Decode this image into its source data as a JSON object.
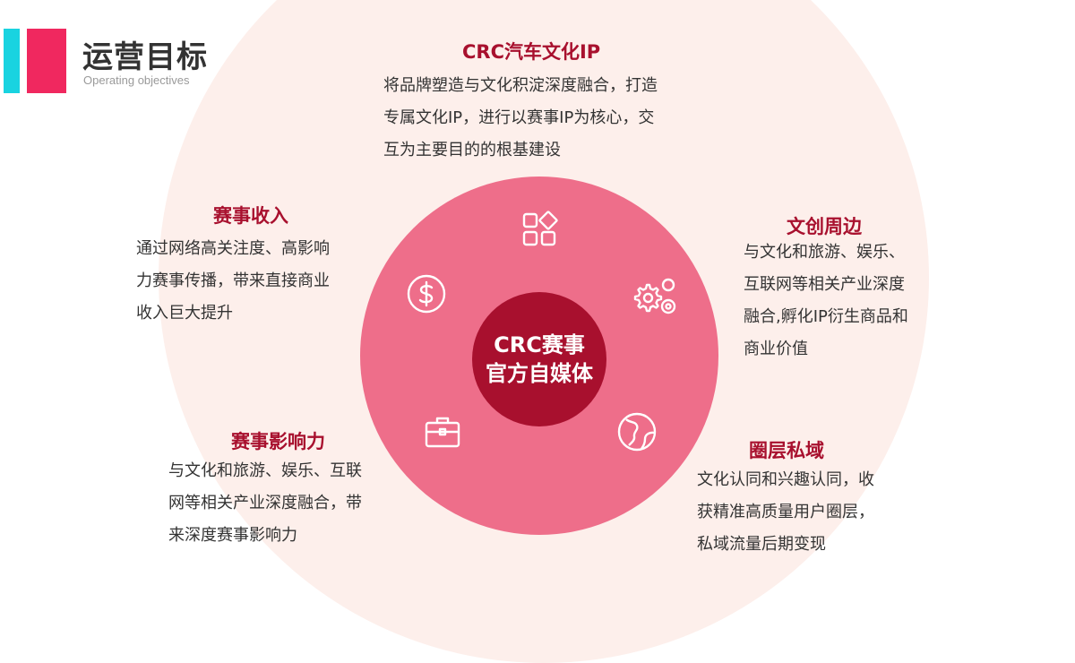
{
  "header": {
    "title": "运营目标",
    "subtitle": "Operating objectives"
  },
  "center": {
    "line1": "CRC赛事",
    "line2": "官方自媒体"
  },
  "blocks": {
    "ip": {
      "heading": "CRC汽车文化IP",
      "lines": [
        "将品牌塑造与文化积淀深度融合，打造",
        "专属文化IP，进行以赛事IP为核心，交",
        "互为主要目的的根基建设"
      ]
    },
    "revenue": {
      "heading": "赛事收入",
      "lines": [
        "通过网络高关注度、高影响",
        "力赛事传播，带来直接商业",
        "收入巨大提升"
      ]
    },
    "merch": {
      "heading": "文创周边",
      "lines": [
        "与文化和旅游、娱乐、",
        "互联网等相关产业深度",
        "融合,孵化IP衍生商品和",
        "商业价值"
      ]
    },
    "influence": {
      "heading": "赛事影响力",
      "lines": [
        "与文化和旅游、娱乐、互联",
        "网等相关产业深度融合，带",
        "来深度赛事影响力"
      ]
    },
    "private": {
      "heading": "圈层私域",
      "lines": [
        "文化认同和兴趣认同，收",
        "获精准高质量用户圈层，",
        "私域流量后期变现"
      ]
    }
  },
  "icons": {
    "ip": "apps-grid-icon",
    "revenue": "dollar-icon",
    "merch": "gears-icon",
    "influence": "briefcase-icon",
    "private": "globe-icon"
  },
  "colors": {
    "accent_cyan": "#19d3e0",
    "accent_pink": "#f0285f",
    "outer_circle": "#fdefeb",
    "mid_circle": "#ee6e8a",
    "core_circle": "#a8102e",
    "heading": "#a8102e"
  }
}
